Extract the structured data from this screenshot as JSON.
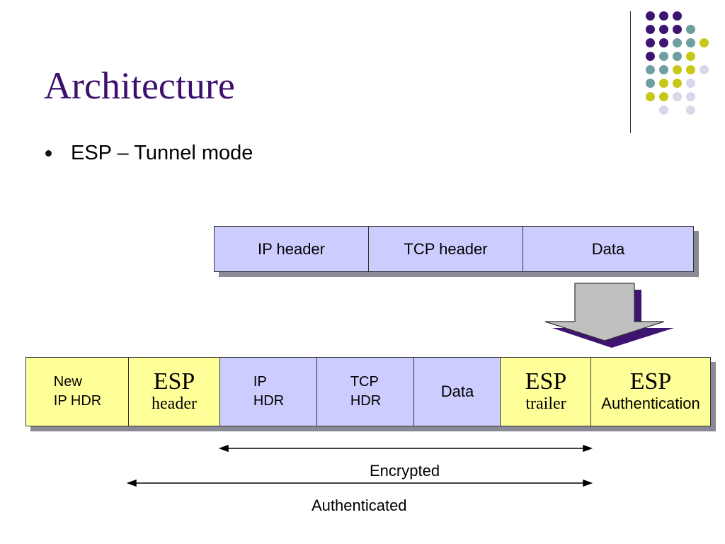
{
  "slide": {
    "title": "Architecture",
    "bullet": "ESP – Tunnel mode"
  },
  "original_packet": [
    {
      "label": "IP header"
    },
    {
      "label": "TCP header"
    },
    {
      "label": "Data"
    }
  ],
  "esp_packet": {
    "new_ip_hdr": [
      "New",
      "IP HDR"
    ],
    "esp_header": [
      "ESP",
      "header"
    ],
    "ip_hdr": [
      "IP",
      "HDR"
    ],
    "tcp_hdr": [
      "TCP",
      "HDR"
    ],
    "data": "Data",
    "esp_trailer": [
      "ESP",
      "trailer"
    ],
    "esp_auth": [
      "ESP",
      "Authentication"
    ]
  },
  "ranges": {
    "encrypted": "Encrypted",
    "authenticated": "Authenticated"
  },
  "colors": {
    "title": "#3d0f6e",
    "lavender_box": "#ccccff",
    "yellow_box": "#ffff99",
    "dot_purple": "#3d1570",
    "dot_teal": "#6f9ea0",
    "dot_olive": "#c8c818",
    "dot_lilac": "#d8d8ea"
  }
}
